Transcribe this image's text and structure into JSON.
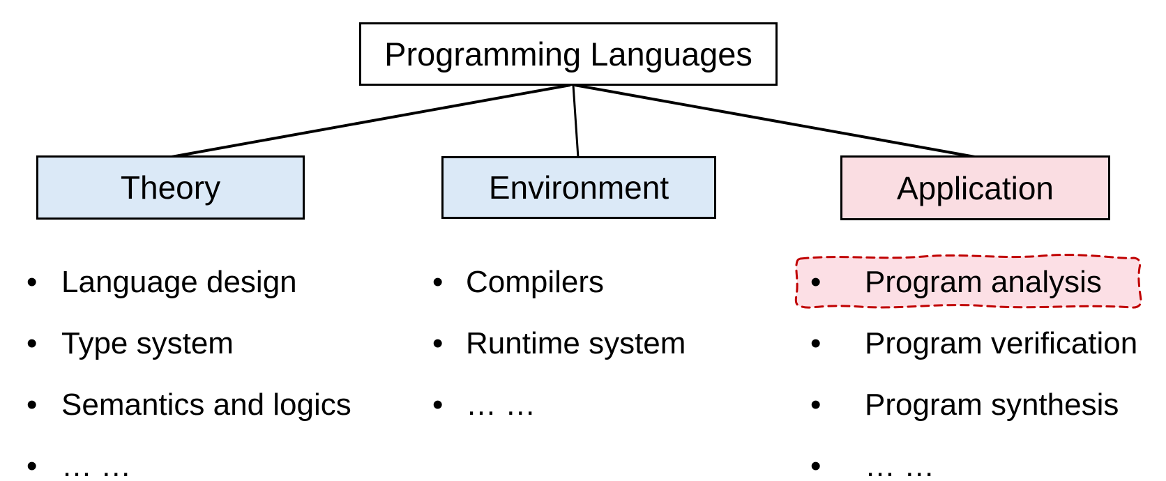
{
  "diagram": {
    "root_label": "Programming Languages",
    "branches": [
      {
        "label": "Theory",
        "fill": "#dbe9f7",
        "items": [
          "Language design",
          "Type system",
          "Semantics and logics",
          "… …"
        ]
      },
      {
        "label": "Environment",
        "fill": "#dbe9f7",
        "items": [
          "Compilers",
          "Runtime system",
          "… …"
        ]
      },
      {
        "label": "Application",
        "fill": "#fadde2",
        "items": [
          "Program analysis",
          "Program verification",
          "Program synthesis",
          "… …"
        ],
        "highlighted_item": "Program analysis"
      }
    ],
    "root_fill": "#ffffff",
    "colors": {
      "line_color": "#000000",
      "branch_blue_fill": "#dbe9f7",
      "branch_pink_fill": "#fadde2",
      "highlight_fill": "#fcdfe5",
      "highlight_border": "#c00000"
    },
    "bullet_glyph": "•"
  }
}
